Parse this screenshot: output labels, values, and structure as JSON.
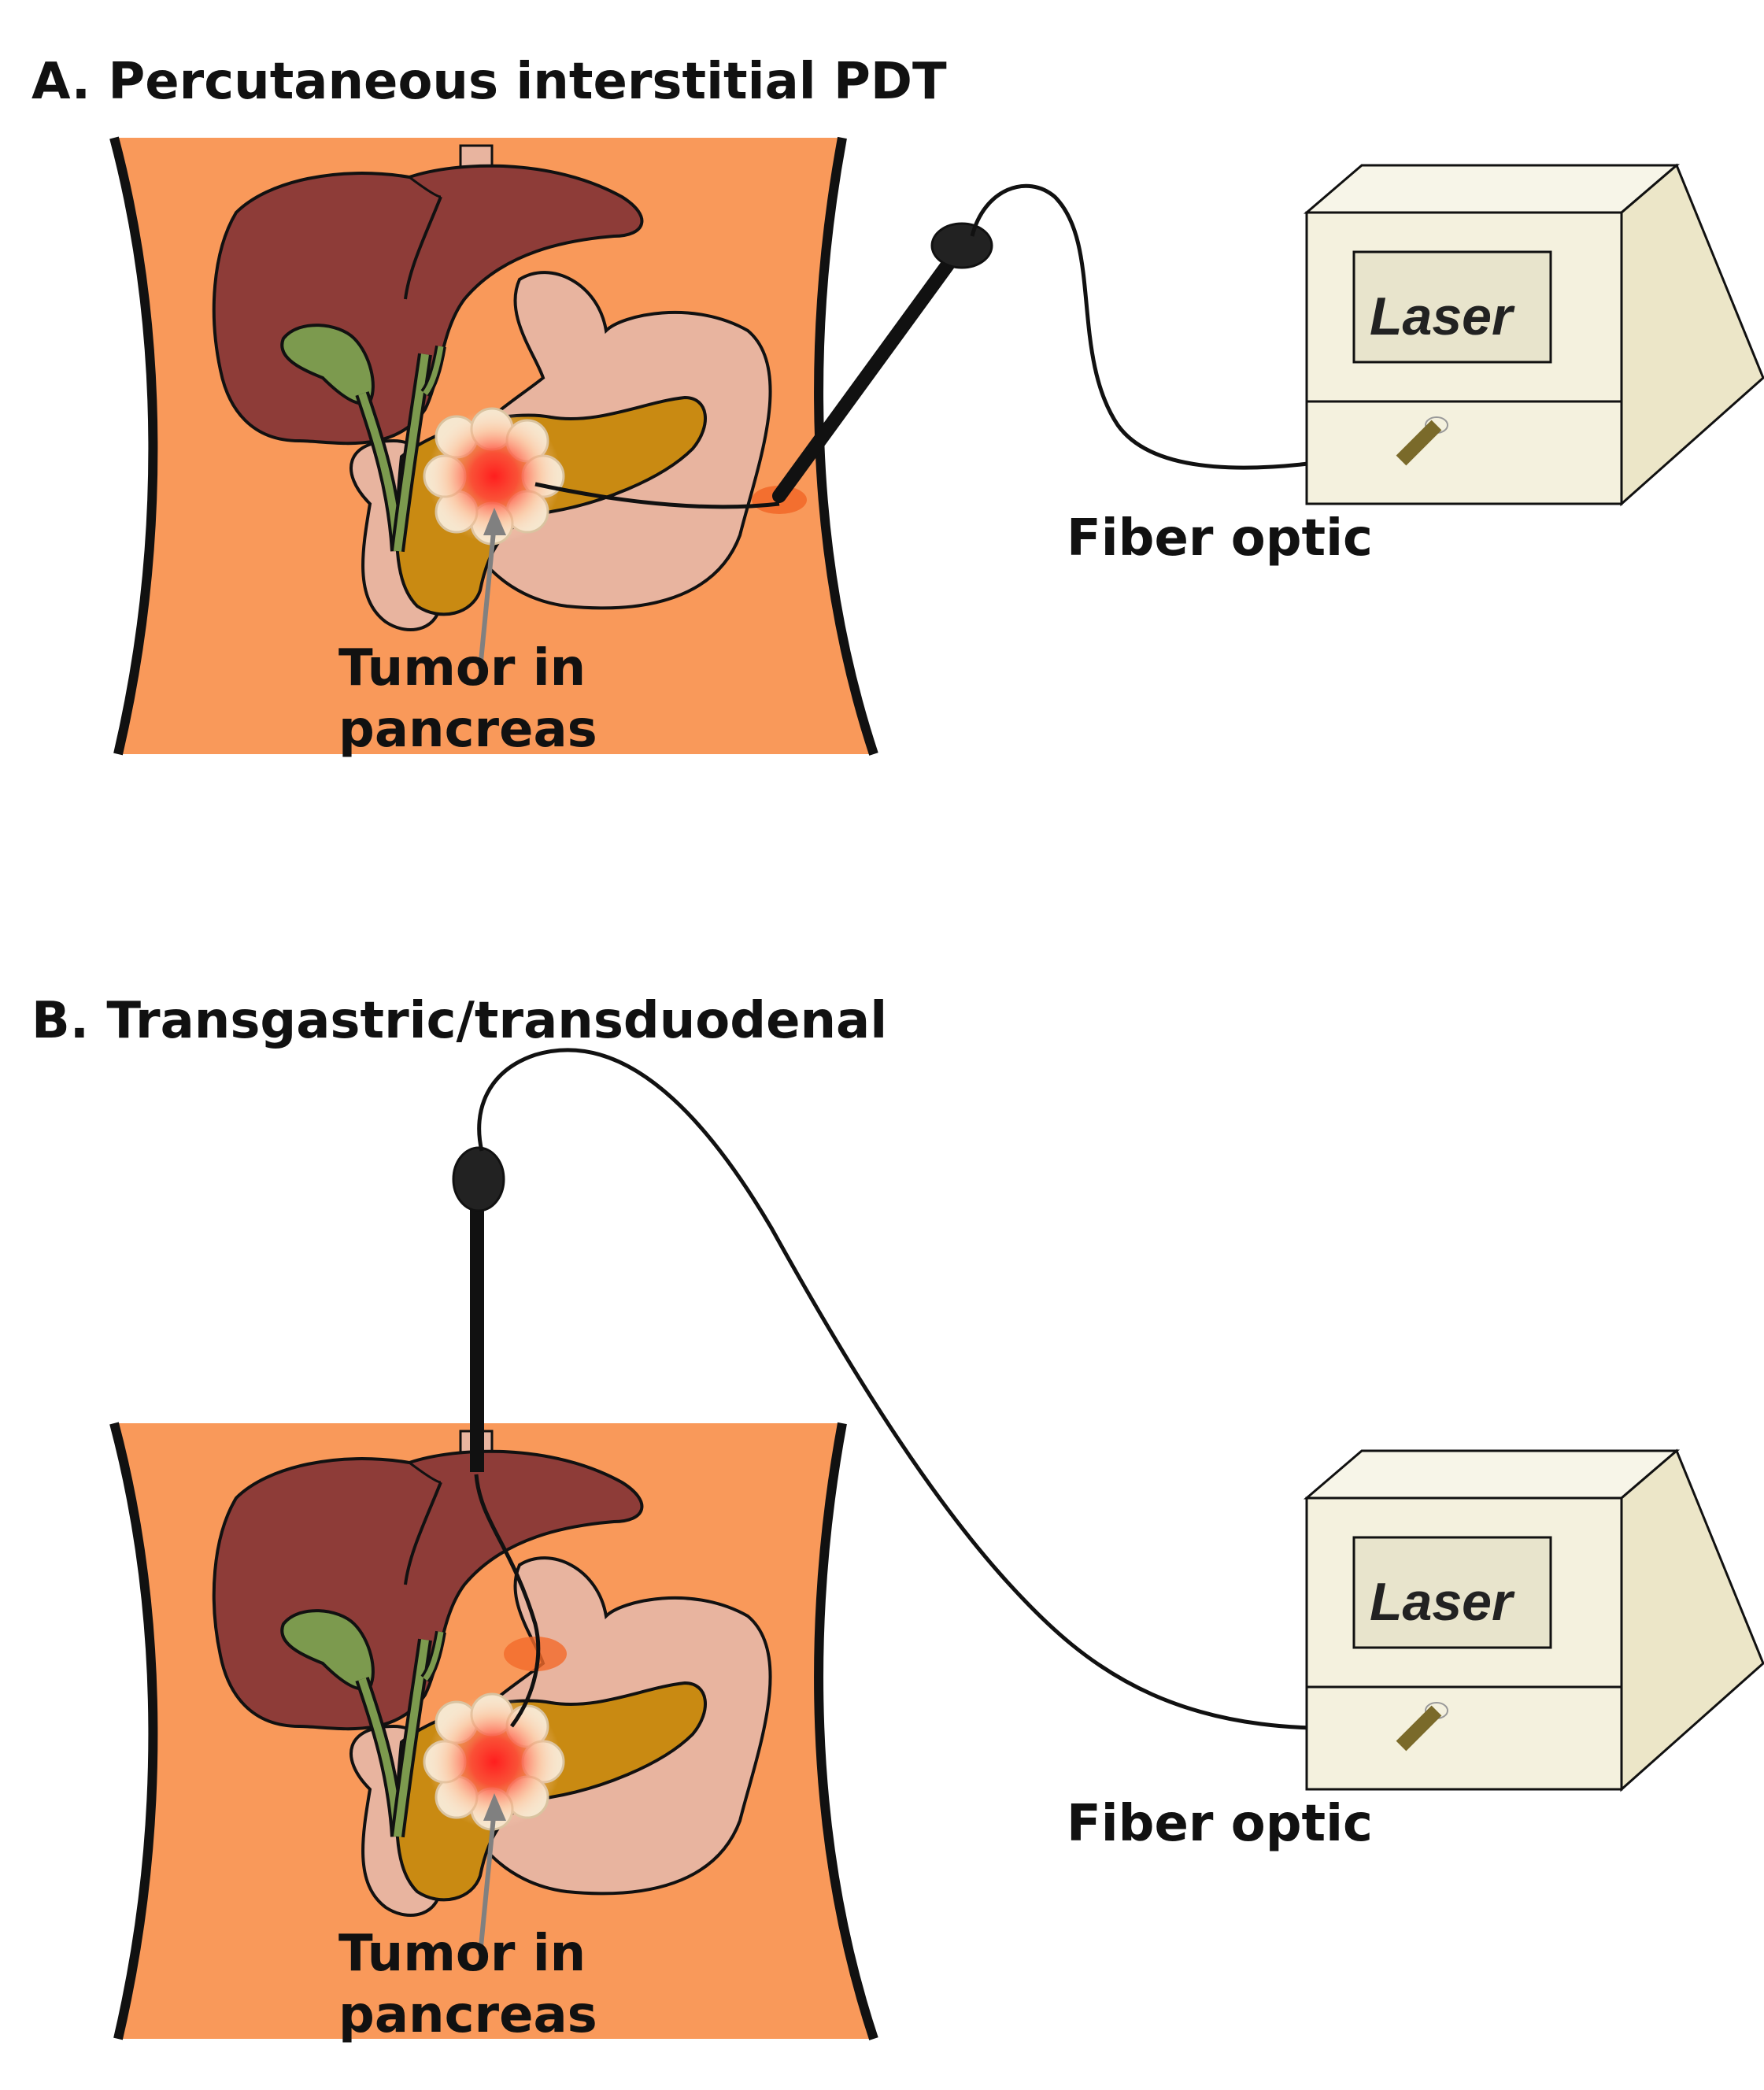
{
  "panels": [
    {
      "title": "A. Percutaneous interstitial PDT",
      "tumor_label_line1": "Tumor in",
      "tumor_label_line2": "pancreas",
      "fiber_label": "Fiber optic",
      "laser_label": "Laser"
    },
    {
      "title": "B. Transgastric/transduodenal",
      "tumor_label_line1": "Tumor in",
      "tumor_label_line2": "pancreas",
      "fiber_label": "Fiber optic",
      "laser_label": "Laser"
    }
  ],
  "colors": {
    "skin": "#F9995A",
    "body_outline": "#111111",
    "liver": "#8E3C38",
    "gallbladder": "#7C9A4E",
    "stomach": "#E8B49F",
    "pancreas": "#C98A12",
    "tumor_core": "#FF2A2A",
    "laser_box": "#F4F1DE",
    "laser_side": "#E8E2C4",
    "device": "#111111",
    "arrow": "#808080"
  }
}
